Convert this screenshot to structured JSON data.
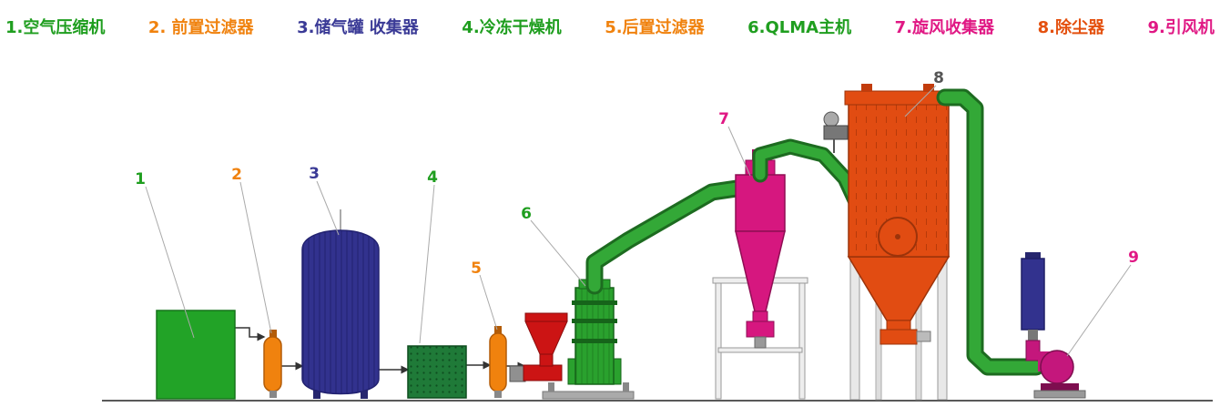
{
  "legend": {
    "items": [
      {
        "label": "1.空气压缩机",
        "color": "#1f9e1f"
      },
      {
        "label": "2. 前置过滤器",
        "color": "#f0820e"
      },
      {
        "label": "3.储气罐 收集器",
        "color": "#3a3a96"
      },
      {
        "label": "4.冷冻干燥机",
        "color": "#1f9e1f"
      },
      {
        "label": "5.后置过滤器",
        "color": "#f0820e"
      },
      {
        "label": "6.QLMA主机",
        "color": "#1f9e1f"
      },
      {
        "label": "7.旋风收集器",
        "color": "#e01884"
      },
      {
        "label": "8.除尘器",
        "color": "#e4500e"
      },
      {
        "label": "9.引风机",
        "color": "#e01884"
      }
    ]
  },
  "callouts": [
    {
      "num": "1",
      "color": "#1f9e1f",
      "equipment": "空气压缩机"
    },
    {
      "num": "2",
      "color": "#f0820e",
      "equipment": "前置过滤器"
    },
    {
      "num": "3",
      "color": "#3a3a96",
      "equipment": "储气罐 收集器"
    },
    {
      "num": "4",
      "color": "#1f9e1f",
      "equipment": "冷冻干燥机"
    },
    {
      "num": "5",
      "color": "#f0820e",
      "equipment": "后置过滤器"
    },
    {
      "num": "6",
      "color": "#1f9e1f",
      "equipment": "QLMA主机"
    },
    {
      "num": "7",
      "color": "#e01884",
      "equipment": "旋风收集器"
    },
    {
      "num": "8",
      "color": "#555555",
      "equipment": "除尘器"
    },
    {
      "num": "9",
      "color": "#e01884",
      "equipment": "引风机"
    }
  ],
  "colors": {
    "compressor": "#22a327",
    "filter": "#f0820e",
    "tank": "#32328e",
    "dryer": "#1f7a38",
    "mill": "#2aa12e",
    "hopper": "#cc1414",
    "pipe": "#33a837",
    "pipe_outline": "#1d6b20",
    "cyclone": "#d6177f",
    "dust_collector": "#e14c12",
    "silencer": "#32328e",
    "fan": "#c4177c"
  }
}
